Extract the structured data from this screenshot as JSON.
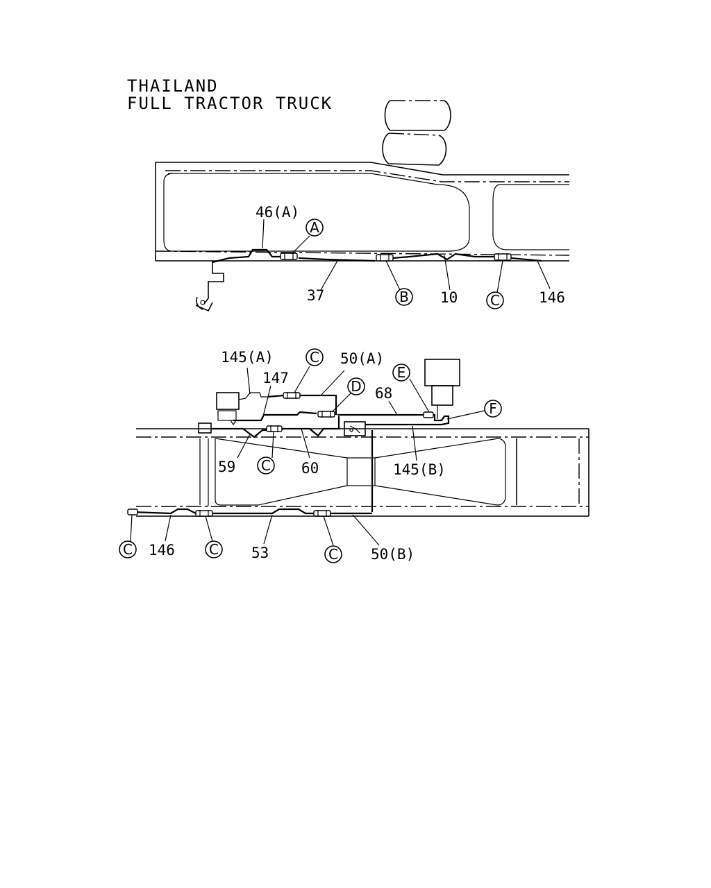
{
  "title": {
    "line1": "THAILAND",
    "line2": "FULL TRACTOR TRUCK"
  },
  "top_view": {
    "labels": {
      "l46a": "46(A)",
      "l37": "37",
      "l10": "10",
      "l146": "146"
    },
    "markers": {
      "a": "A",
      "b": "B",
      "c": "C"
    }
  },
  "bottom_view": {
    "labels": {
      "l145a": "145(A)",
      "l147": "147",
      "l50a": "50(A)",
      "l68": "68",
      "l59": "59",
      "l60": "60",
      "l145b": "145(B)",
      "l146": "146",
      "l53": "53",
      "l50b": "50(B)"
    },
    "markers": {
      "c1": "C",
      "d": "D",
      "e": "E",
      "f": "F",
      "c2": "C",
      "c3": "C",
      "c4": "C",
      "c5": "C"
    }
  }
}
